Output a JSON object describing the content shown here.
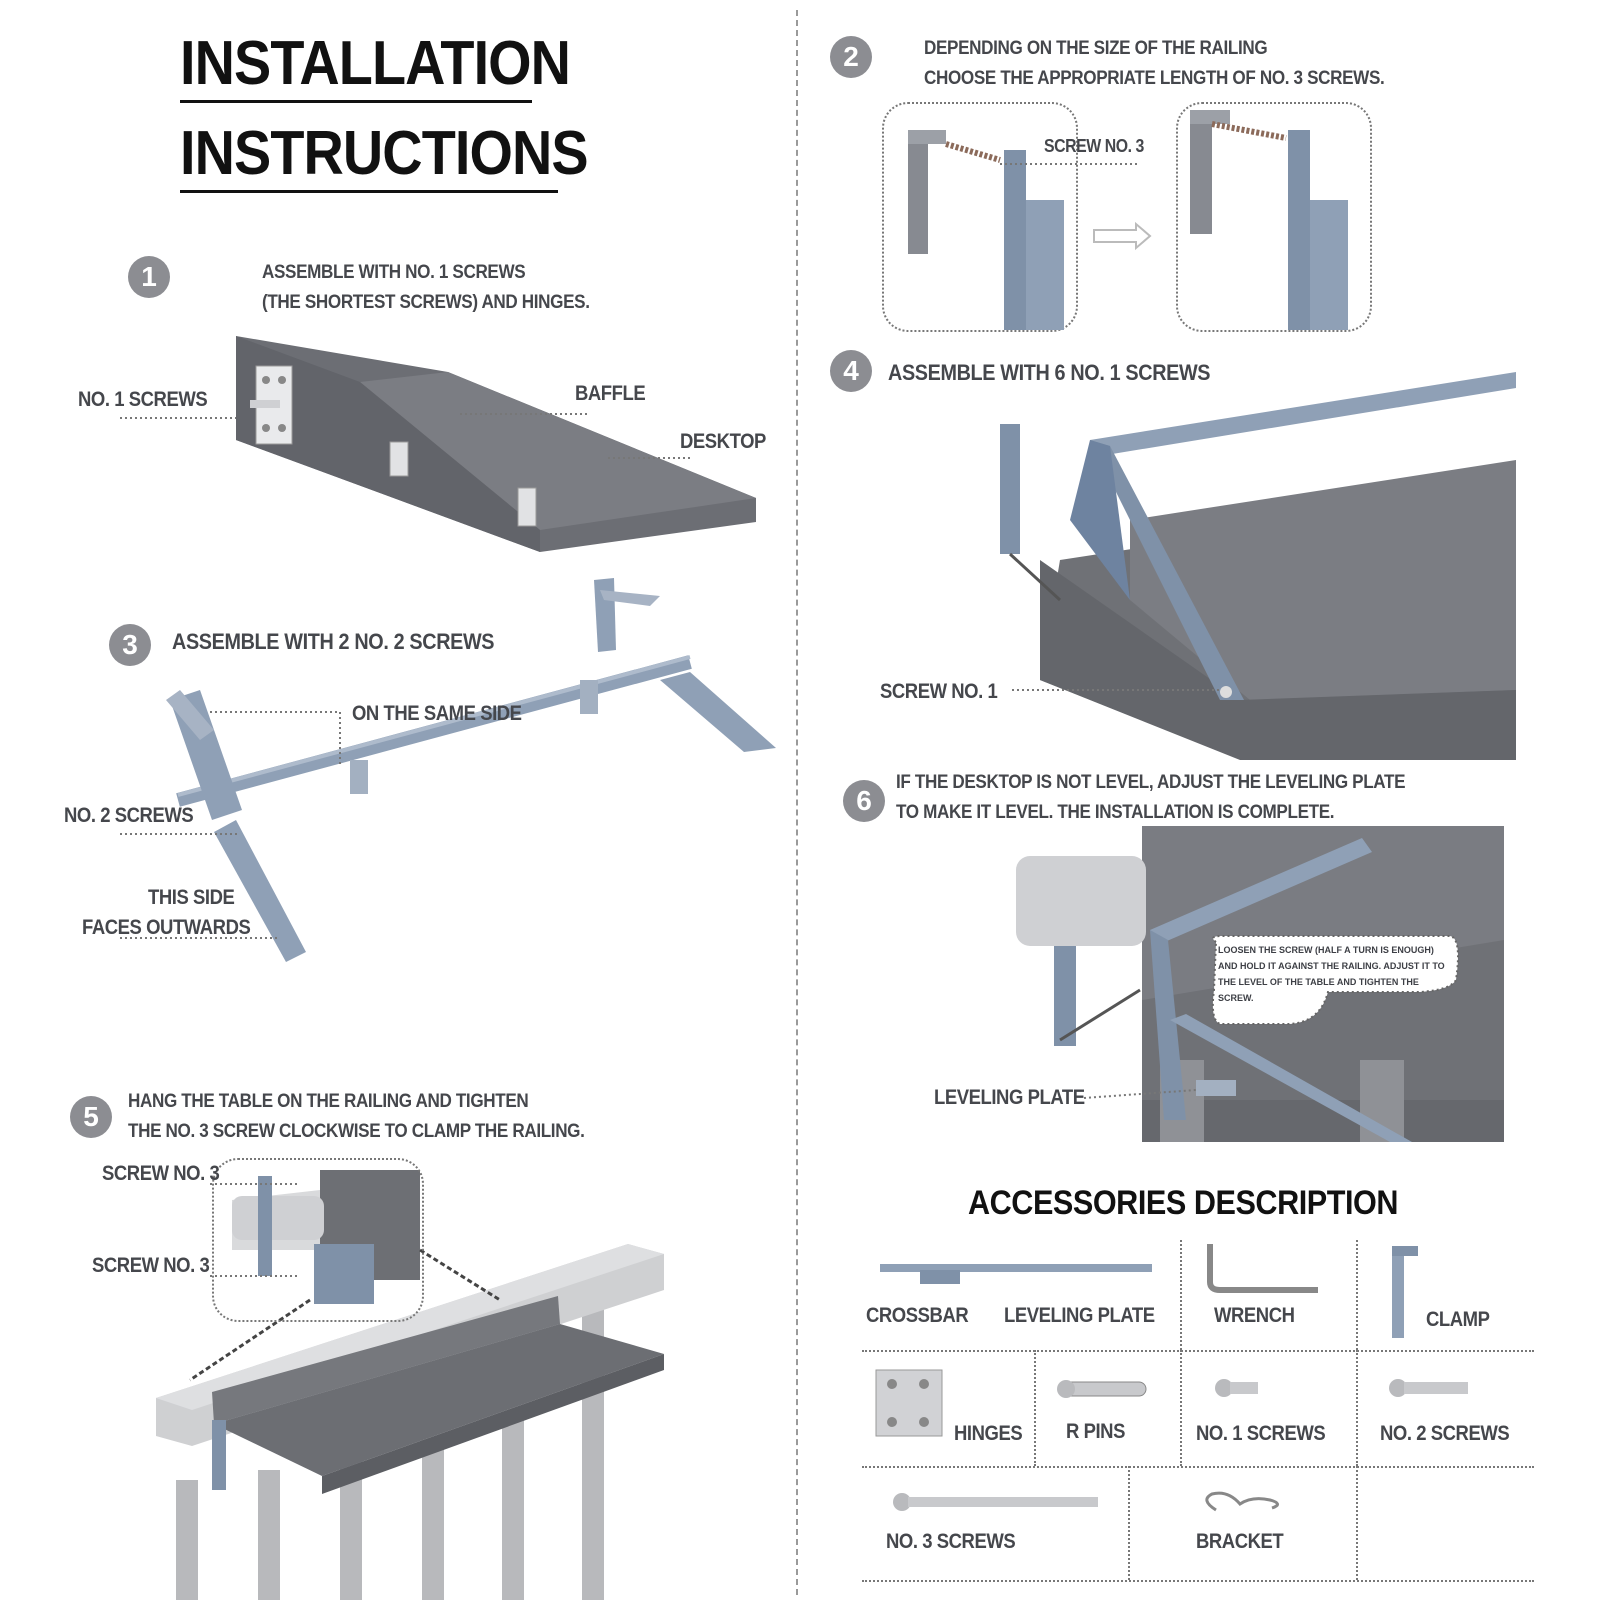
{
  "title": {
    "line1": "INSTALLATION",
    "line2": "INSTRUCTIONS"
  },
  "steps": {
    "s1": {
      "num": "1",
      "line1": "ASSEMBLE WITH NO. 1 SCREWS",
      "line2": "(THE SHORTEST SCREWS) AND HINGES.",
      "labels": {
        "screws": "NO. 1 SCREWS",
        "baffle": "BAFFLE",
        "desktop": "DESKTOP"
      }
    },
    "s2": {
      "num": "2",
      "line1": "DEPENDING ON THE SIZE OF THE RAILING",
      "line2": "CHOOSE THE APPROPRIATE LENGTH OF NO. 3 SCREWS.",
      "labels": {
        "screw3": "SCREW NO. 3"
      }
    },
    "s3": {
      "num": "3",
      "line1": "ASSEMBLE WITH 2 NO. 2 SCREWS",
      "labels": {
        "same_side": "ON THE SAME SIDE",
        "screws": "NO. 2 SCREWS",
        "side1": "THIS SIDE",
        "side2": "FACES OUTWARDS"
      }
    },
    "s4": {
      "num": "4",
      "line1": "ASSEMBLE WITH 6 NO. 1 SCREWS",
      "labels": {
        "screw1": "SCREW NO. 1"
      }
    },
    "s5": {
      "num": "5",
      "line1": "HANG THE TABLE ON THE RAILING AND TIGHTEN",
      "line2": "THE NO. 3 SCREW CLOCKWISE TO CLAMP THE RAILING.",
      "labels": {
        "screw3a": "SCREW NO. 3",
        "screw3b": "SCREW NO. 3"
      }
    },
    "s6": {
      "num": "6",
      "line1": "IF THE DESKTOP IS NOT LEVEL, ADJUST THE LEVELING PLATE",
      "line2": "TO MAKE IT LEVEL. THE INSTALLATION IS COMPLETE.",
      "note": "LOOSEN THE SCREW (HALF A TURN IS ENOUGH) AND HOLD IT AGAINST THE RAILING. ADJUST IT TO THE LEVEL OF THE TABLE AND TIGHTEN THE SCREW.",
      "labels": {
        "leveling": "LEVELING PLATE"
      }
    }
  },
  "accessories": {
    "title": "ACCESSORIES DESCRIPTION",
    "items": {
      "crossbar": "CROSSBAR",
      "leveling": "LEVELING PLATE",
      "wrench": "WRENCH",
      "clamp": "CLAMP",
      "hinges": "HINGES",
      "rpins": "R PINS",
      "screws1": "NO. 1 SCREWS",
      "screws2": "NO. 2 SCREWS",
      "screws3": "NO. 3 SCREWS",
      "bracket": "BRACKET"
    }
  },
  "colors": {
    "desk": "#6f7176",
    "metal": "#8fa0b6",
    "badge": "#8c8d92",
    "text": "#45474c"
  }
}
